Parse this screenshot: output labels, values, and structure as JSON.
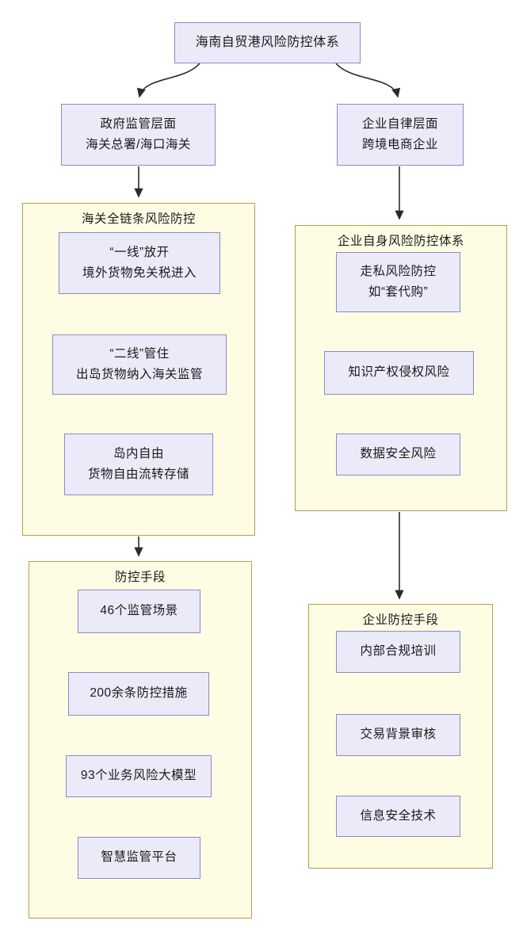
{
  "colors": {
    "node_fill": "#EBEAF9",
    "node_border": "#8F88C5",
    "group_fill": "#FEFDE4",
    "group_border": "#AFA24A",
    "arrow": "#2b2b2b"
  },
  "root": {
    "lines": [
      "海南自贸港风险防控体系"
    ]
  },
  "government_branch": {
    "lines": [
      "政府监管层面",
      "海关总署/海口海关"
    ]
  },
  "enterprise_branch": {
    "lines": [
      "企业自律层面",
      "跨境电商企业"
    ]
  },
  "customs_chain": {
    "title": "海关全链条风险防控",
    "items": [
      {
        "lines": [
          "“一线”放开",
          "境外货物免关税进入"
        ]
      },
      {
        "lines": [
          "“二线”管住",
          "出岛货物纳入海关监管"
        ]
      },
      {
        "lines": [
          "岛内自由",
          "货物自由流转存储"
        ]
      }
    ]
  },
  "enterprise_system": {
    "title": "企业自身风险防控体系",
    "items": [
      {
        "lines": [
          "走私风险防控",
          "如“套代购”"
        ]
      },
      {
        "lines": [
          "知识产权侵权风险"
        ]
      },
      {
        "lines": [
          "数据安全风险"
        ]
      }
    ]
  },
  "control_measures": {
    "title": "防控手段",
    "items": [
      {
        "lines": [
          "46个监管场景"
        ]
      },
      {
        "lines": [
          "200余条防控措施"
        ]
      },
      {
        "lines": [
          "93个业务风险大模型"
        ]
      },
      {
        "lines": [
          "智慧监管平台"
        ]
      }
    ]
  },
  "enterprise_measures": {
    "title": "企业防控手段",
    "items": [
      {
        "lines": [
          "内部合规培训"
        ]
      },
      {
        "lines": [
          "交易背景审核"
        ]
      },
      {
        "lines": [
          "信息安全技术"
        ]
      }
    ]
  }
}
